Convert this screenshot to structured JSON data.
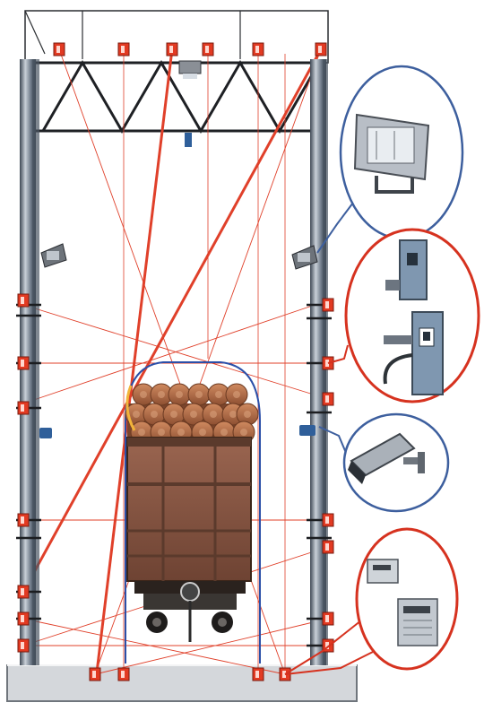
{
  "colors": {
    "background": "#ffffff",
    "frame_pole": "#5f6b78",
    "frame_pole_highlight": "#c9d0d8",
    "truss": "#1e2024",
    "laser_beam": "#e0402a",
    "sensor": "#e23a22",
    "callout_red": "#d6321f",
    "callout_blue": "#3d5f9e",
    "wagon_body": "#8c5a43",
    "wagon_dark": "#5b3a2c",
    "log_wood": "#b8744f",
    "log_end": "#d8a07c",
    "base_slab": "#cfd2d6",
    "detection_outline": "#2b4fa8"
  },
  "diagram": {
    "subject": "log-wagon-scanning-gate",
    "callouts": [
      {
        "id": "floodlight-callout",
        "icon": "floodlight-icon",
        "color": "blue"
      },
      {
        "id": "laser-sensor-callout",
        "icon": "laser-sensor-unit-icon",
        "color": "red"
      },
      {
        "id": "camera-callout",
        "icon": "cctv-camera-icon",
        "color": "blue"
      },
      {
        "id": "controller-callout",
        "icon": "controller-box-icon",
        "color": "red"
      }
    ]
  }
}
